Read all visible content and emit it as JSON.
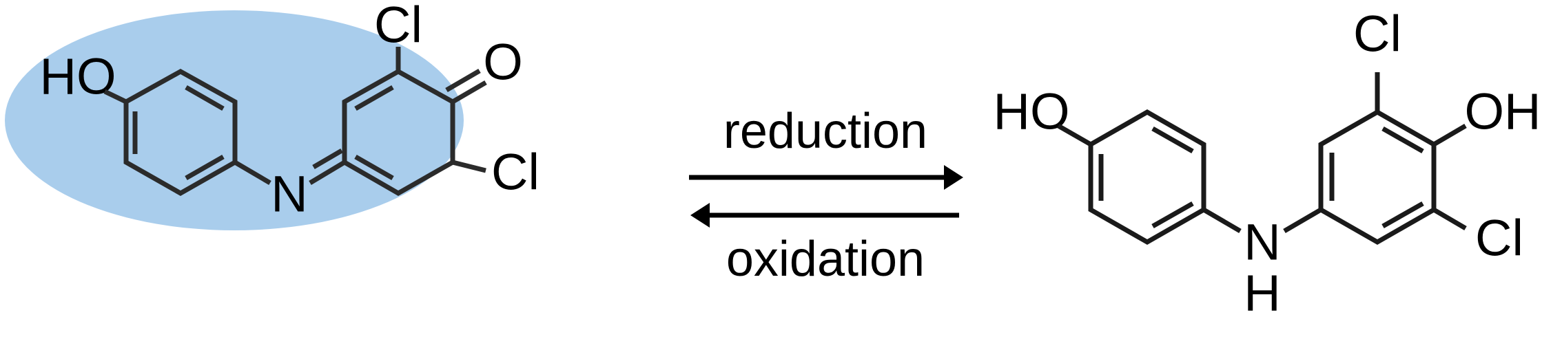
{
  "figure": {
    "type": "chemical-reaction-scheme",
    "background_color": "#ffffff",
    "bond_color": "#2b2b2b",
    "label_color": "#000000",
    "highlight_color": "#a9cdec"
  },
  "reaction": {
    "forward_label": "reduction",
    "reverse_label": "oxidation",
    "forward_direction": "left-to-right",
    "reverse_direction": "right-to-left"
  },
  "left_structure": {
    "name": "oxidized-form",
    "highlighted": true,
    "highlight_shape": "ellipse",
    "atom_labels": {
      "hydroxyl": "HO",
      "chloro_top": "Cl",
      "carbonyl_oxygen": "O",
      "imine_nitrogen": "N",
      "chloro_bottom": "Cl"
    }
  },
  "right_structure": {
    "name": "reduced-form",
    "highlighted": false,
    "atom_labels": {
      "hydroxyl_left": "HO",
      "chloro_top": "Cl",
      "hydroxyl_right": "OH",
      "amine_nitrogen": "N",
      "amine_hydrogen": "H",
      "chloro_bottom": "Cl"
    }
  }
}
